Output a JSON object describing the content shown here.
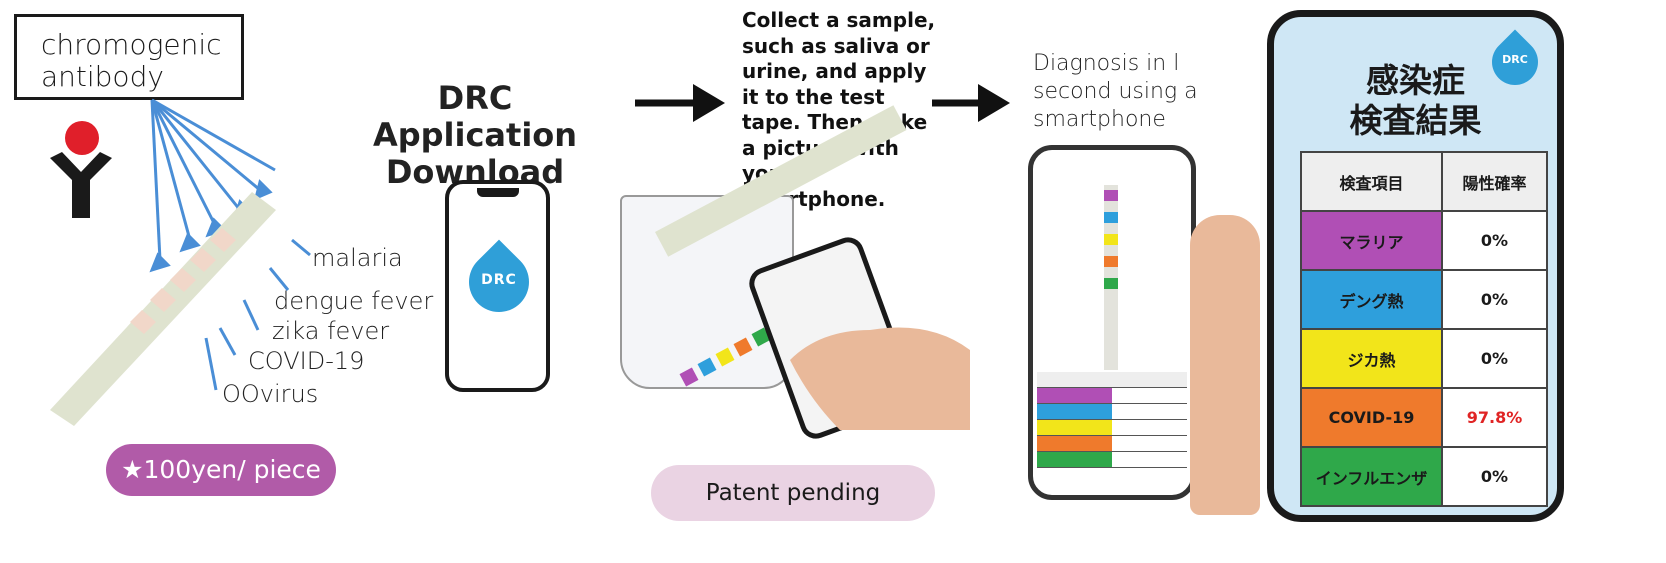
{
  "antibody_box": {
    "line1": "chromogenic",
    "line2": "antibody"
  },
  "diseases": [
    "malaria",
    "dengue fever",
    "zika fever",
    "COVID-19",
    "OOvirus"
  ],
  "price_badge": "★100yen/ piece",
  "app_step": {
    "line1": "DRC Application",
    "line2": "Download"
  },
  "app_logo": "DRC",
  "instruction": "Collect a sample, such as saliva or urine, and apply it to the test tape. Then, take a picture with your smartphone.",
  "patent": "Patent pending",
  "diagnosis": "Diagnosis in l second using a smartphone",
  "result_screen": {
    "title_line1": "感染症",
    "title_line2": "検査結果",
    "logo": "DRC",
    "header": [
      "検査項目",
      "陽性確率"
    ],
    "rows": [
      {
        "name": "マラリア",
        "value": "0%",
        "color": "#b04fb5"
      },
      {
        "name": "デング熱",
        "value": "0%",
        "color": "#2e9fdc"
      },
      {
        "name": "ジカ熱",
        "value": "0%",
        "color": "#f2e51a"
      },
      {
        "name": "COVID-19",
        "value": "97.8%",
        "color": "#ef7a2c",
        "value_color": "#e02424"
      },
      {
        "name": "インフルエンザ",
        "value": "0%",
        "color": "#2fa84a"
      }
    ]
  },
  "colors": {
    "accent": "#b15ba8",
    "drop": "#2f9fd8",
    "antibody_red": "#e01f2a",
    "pink": "#ead3e3"
  }
}
